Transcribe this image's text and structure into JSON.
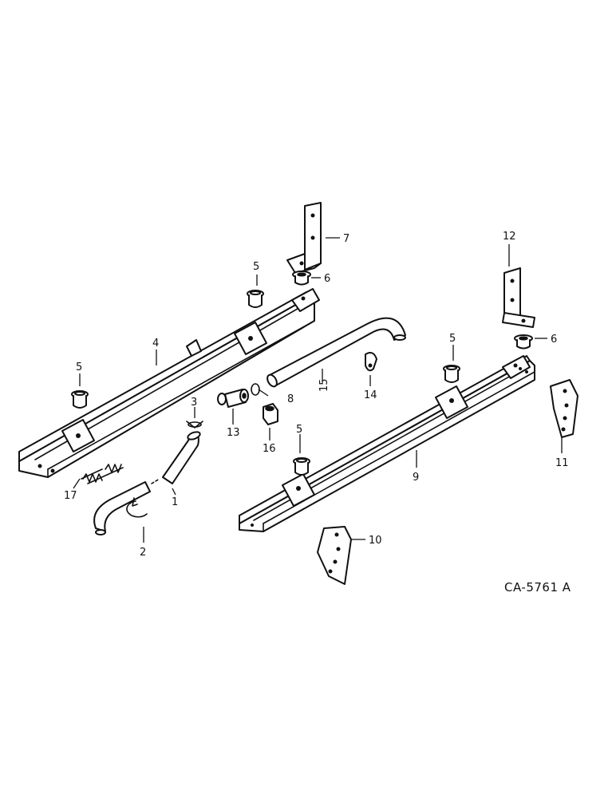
{
  "callouts": {
    "c1": "1",
    "c2": "2",
    "c3": "3",
    "c4": "4",
    "c5a": "5",
    "c5b": "5",
    "c5c": "5",
    "c5d": "5",
    "c6a": "6",
    "c6b": "6",
    "c7": "7",
    "c8": "8",
    "c9": "9",
    "c10": "10",
    "c11": "11",
    "c12": "12",
    "c13": "13",
    "c14": "14",
    "c15": "15",
    "c16": "16",
    "c17": "17"
  },
  "figure_id": "CA-5761 A"
}
